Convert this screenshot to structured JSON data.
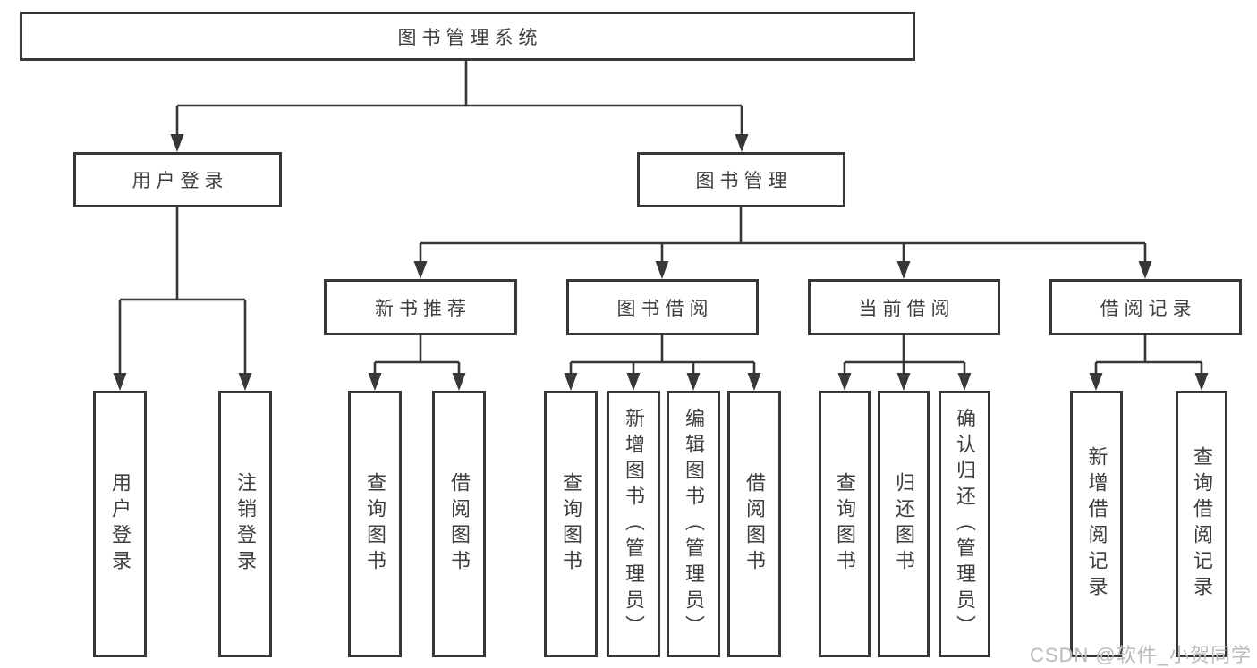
{
  "colors": {
    "line": "#35373a",
    "text": "#3c3e42",
    "watermark": "#b9babc"
  },
  "watermark": "CSDN @软件_小贺同学",
  "tree": {
    "label": "图书管理系统",
    "children": [
      {
        "label": "用户登录",
        "children": [
          {
            "label": "用户登录"
          },
          {
            "label": "注销登录"
          }
        ]
      },
      {
        "label": "图书管理",
        "children": [
          {
            "label": "新书推荐",
            "children": [
              {
                "label": "查询图书"
              },
              {
                "label": "借阅图书"
              }
            ]
          },
          {
            "label": "图书借阅",
            "children": [
              {
                "label": "查询图书"
              },
              {
                "label": "新增图书（管理员）"
              },
              {
                "label": "编辑图书（管理员）"
              },
              {
                "label": "借阅图书"
              }
            ]
          },
          {
            "label": "当前借阅",
            "children": [
              {
                "label": "查询图书"
              },
              {
                "label": "归还图书"
              },
              {
                "label": "确认归还（管理员）"
              }
            ]
          },
          {
            "label": "借阅记录",
            "children": [
              {
                "label": "新增借阅记录"
              },
              {
                "label": "查询借阅记录"
              }
            ]
          }
        ]
      }
    ]
  }
}
